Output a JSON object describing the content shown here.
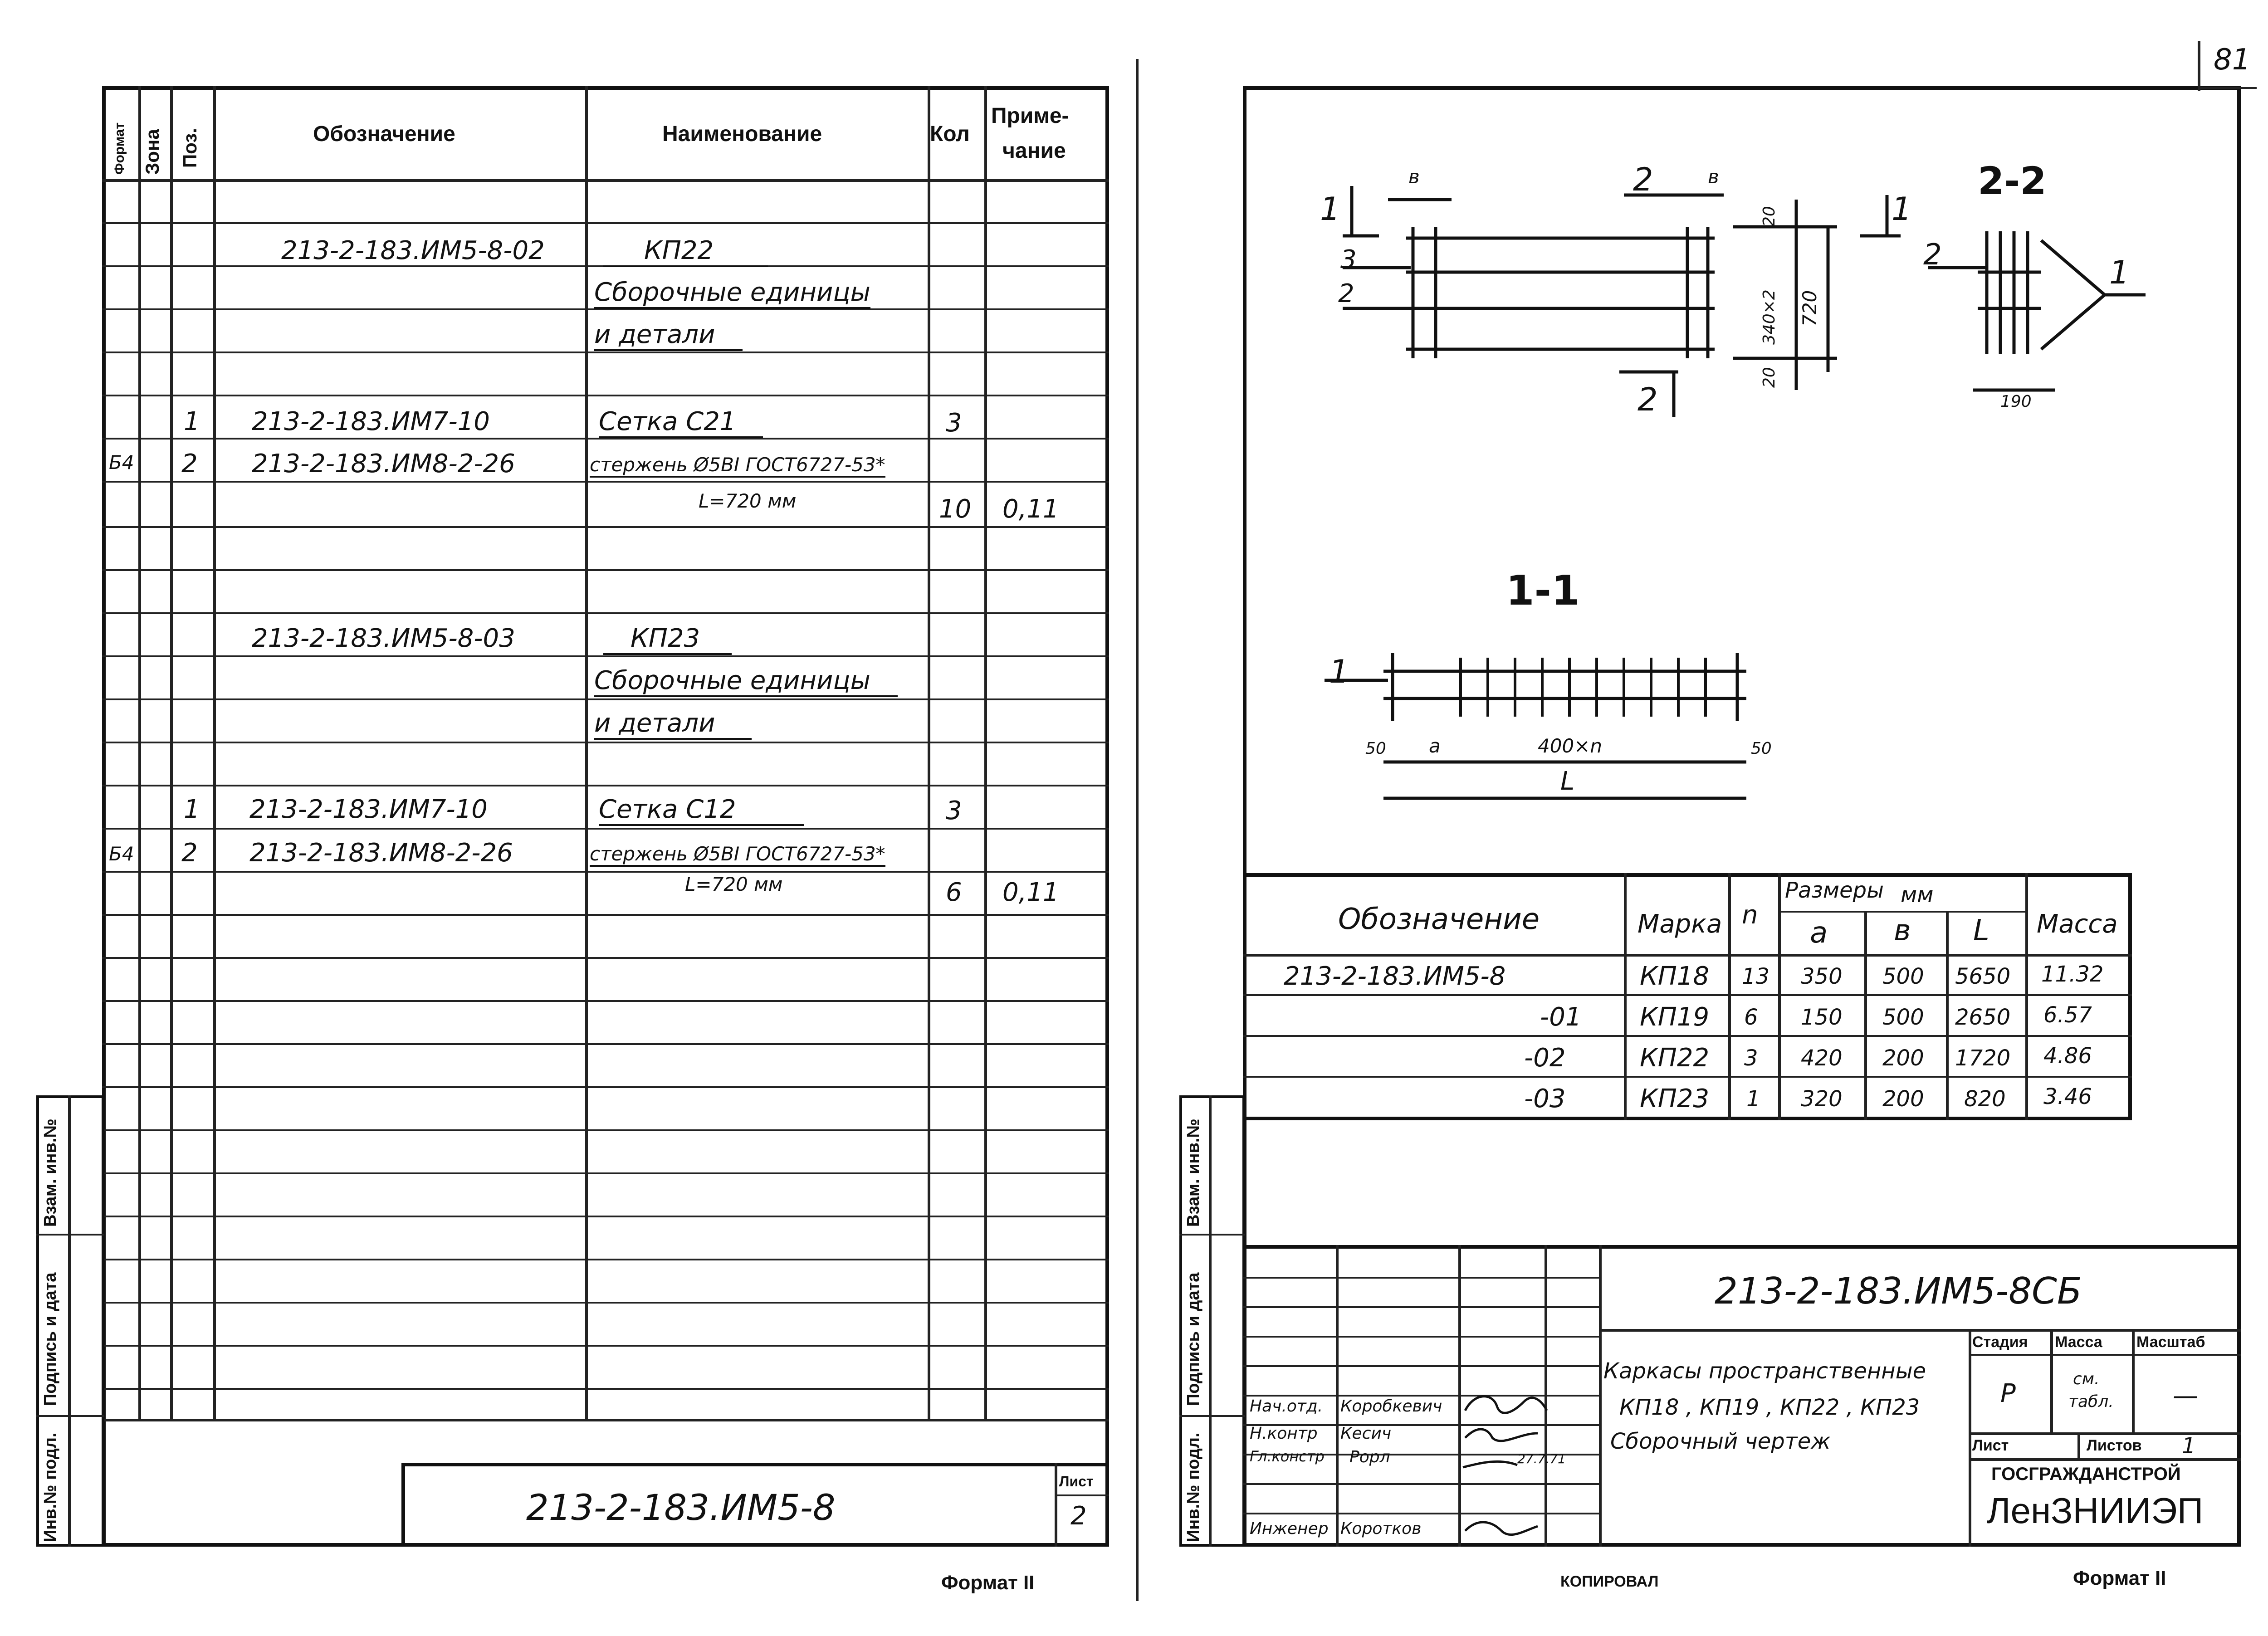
{
  "page_number": "81",
  "left_sheet": {
    "header": {
      "format": "Формат",
      "zone": "Зона",
      "pos": "Поз.",
      "designation": "Обозначение",
      "name": "Наименование",
      "qty": "Кол",
      "note_1": "Приме-",
      "note_2": "чание"
    },
    "rows": {
      "r1_designation": "213-2-183.ИМ5-8-02",
      "r1_name": "КП22",
      "r2_name": "Сборочные единицы",
      "r3_name": "и детали",
      "r5_pos": "1",
      "r5_designation": "213-2-183.ИМ7-10",
      "r5_name": "Сетка С21",
      "r5_qty": "3",
      "r6_format": "Б4",
      "r6_pos": "2",
      "r6_designation": "213-2-183.ИМ8-2-26",
      "r6_name": "стержень Ø5ВI ГОСТ6727-53*",
      "r7_name": "L=720 мм",
      "r7_qty": "10",
      "r7_note": "0,11",
      "r10_designation": "213-2-183.ИМ5-8-03",
      "r10_name": "КП23",
      "r11_name": "Сборочные единицы",
      "r12_name": "и детали",
      "r14_pos": "1",
      "r14_designation": "213-2-183.ИМ7-10",
      "r14_name": "Сетка С12",
      "r14_qty": "3",
      "r15_format": "Б4",
      "r15_pos": "2",
      "r15_designation": "213-2-183.ИМ8-2-26",
      "r15_name": "стержень Ø5ВI ГОСТ6727-53*",
      "r16_name": "L=720 мм",
      "r16_qty": "6",
      "r16_note": "0,11"
    },
    "side_stamps": [
      "Взам. инв.№",
      "Подпись и дата",
      "Инв.№ подл."
    ],
    "footer_code": "213-2-183.ИМ5-8",
    "sheet_label": "Лист",
    "sheet_number": "2",
    "format_label": "Формат II"
  },
  "right_sheet": {
    "drawing": {
      "section_2_2": "2-2",
      "section_1_1": "1-1",
      "callout_1": "1",
      "callout_2": "2",
      "callout_3": "3",
      "dim_b": "в",
      "dim_20": "20",
      "dim_340x2": "340×2",
      "dim_720": "720",
      "dim_190": "190",
      "dim_50": "50",
      "dim_a": "а",
      "dim_400n": "400×n",
      "dim_L": "L"
    },
    "table": {
      "h_designation": "Обозначение",
      "h_mark": "Марка",
      "h_n": "n",
      "h_sizes": "Размеры",
      "h_mm": "мм",
      "h_a": "а",
      "h_b": "в",
      "h_L": "L",
      "h_mass": "Масса",
      "rows": [
        {
          "designation": "213-2-183.ИМ5-8",
          "mark": "КП18",
          "n": "13",
          "a": "350",
          "b": "500",
          "L": "5650",
          "mass": "11.32"
        },
        {
          "designation": "-01",
          "mark": "КП19",
          "n": "6",
          "a": "150",
          "b": "500",
          "L": "2650",
          "mass": "6.57"
        },
        {
          "designation": "-02",
          "mark": "КП22",
          "n": "3",
          "a": "420",
          "b": "200",
          "L": "1720",
          "mass": "4.86"
        },
        {
          "designation": "-03",
          "mark": "КП23",
          "n": "1",
          "a": "320",
          "b": "200",
          "L": "820",
          "mass": "3.46"
        }
      ]
    },
    "title_block": {
      "doc_code": "213-2-183.ИМ5-8СБ",
      "title_1": "Каркасы пространственные",
      "title_2": "КП18 , КП19 , КП22 , КП23",
      "title_3": "Сборочный чертеж",
      "stage_label": "Стадия",
      "mass_label": "Масса",
      "scale_label": "Масштаб",
      "stage_value": "Р",
      "mass_value_1": "см.",
      "mass_value_2": "табл.",
      "scale_value": "—",
      "sheet_label": "Лист",
      "sheets_label": "Листов",
      "sheets_value": "1",
      "org_1": "Госгражданстрой",
      "org_2": "ЛенЗНИИЭП",
      "staff": [
        {
          "role": "Нач.отд.",
          "name": "Коробкевич"
        },
        {
          "role": "Н.контр",
          "name": "Кесич"
        },
        {
          "role": "Гл.констр",
          "name": "Рорл"
        },
        {
          "role": "Инженер",
          "name": "Коротков"
        }
      ],
      "signature_date": "27.7.71"
    },
    "side_stamps": [
      "Взам. инв.№",
      "Подпись и дата",
      "Инв.№ подл."
    ],
    "copied_label": "Копировал",
    "format_label": "Формат II"
  }
}
